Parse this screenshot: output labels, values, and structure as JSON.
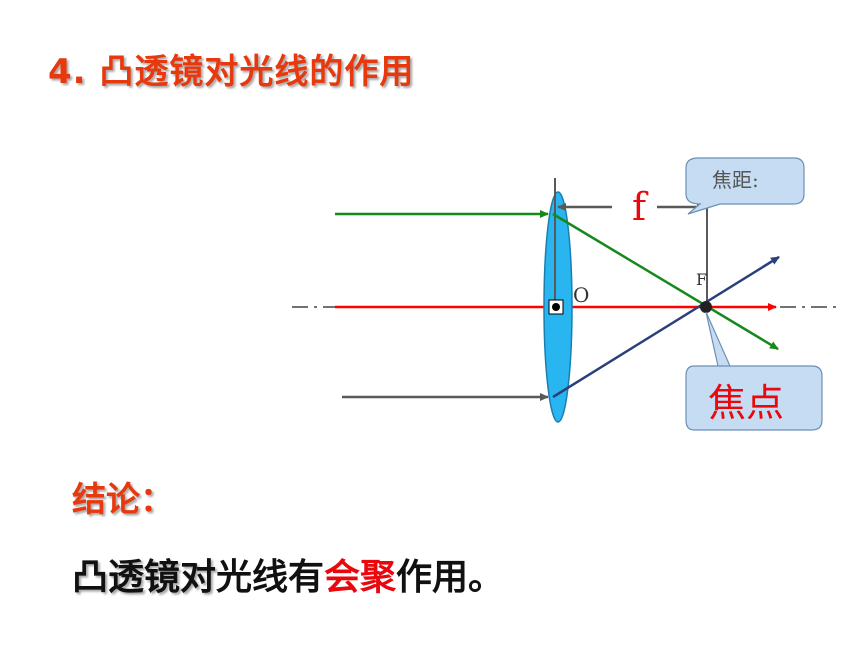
{
  "title": {
    "number": "4.",
    "text_bold": "凸透镜对",
    "text_rest": "光线的作用"
  },
  "diagram": {
    "focal_label": "f",
    "callout_focal_length": "焦距:",
    "center_label": "O",
    "focus_label": "F",
    "callout_focus": "焦点"
  },
  "conclusion": {
    "label": "结论：",
    "part1": "凸透镜对",
    "part2": "光线有",
    "highlight": "会聚",
    "part3": "作用。"
  },
  "colors": {
    "title": "#e8380d",
    "lens": "#29b6f0",
    "axis": "#ff0000",
    "ray_green": "#17881c",
    "ray_blue": "#2a3f7c",
    "gray_line": "#595959",
    "callout_fill": "#c5dcf3"
  }
}
